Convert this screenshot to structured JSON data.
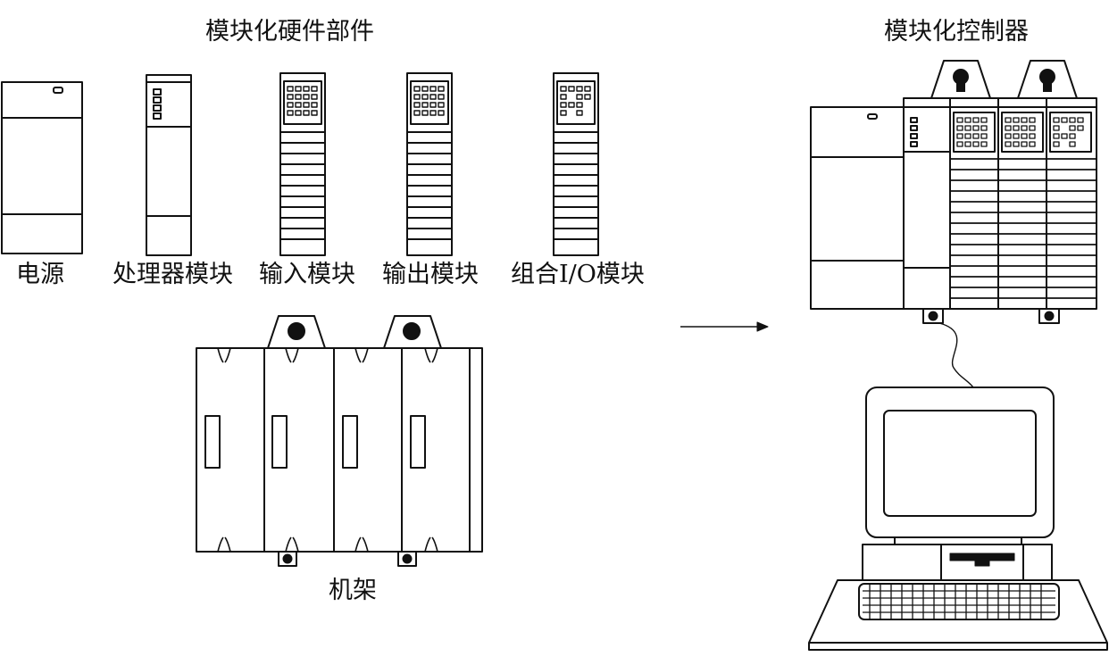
{
  "titles": {
    "modular_hardware": "模块化硬件部件",
    "modular_controller": "模块化控制器"
  },
  "modules": {
    "power_supply": "电源",
    "processor": "处理器模块",
    "input": "输入模块",
    "output": "输出模块",
    "combo_io": "组合I/O模块"
  },
  "rack": {
    "label": "机架"
  },
  "colors": {
    "ink": "#111111",
    "background": "#ffffff"
  }
}
